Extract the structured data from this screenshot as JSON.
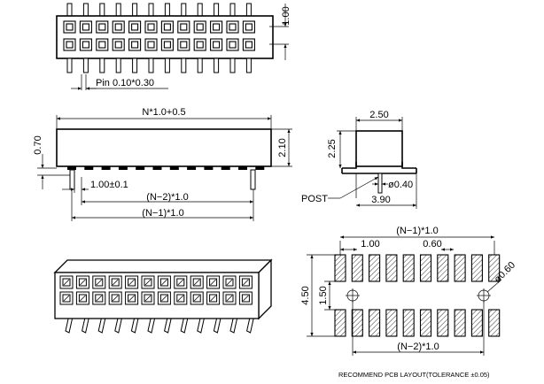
{
  "top_view": {
    "pin_dim": "Pin 0.10*0.30",
    "pitch_dim": "1.00"
  },
  "front_view": {
    "length_dim": "N*1.0+0.5",
    "height_dim": "2.10",
    "offset_dim": "0.70",
    "pitch_dim": "1.00±0.1",
    "n2_dim": "(N−2)*1.0",
    "n1_dim": "(N−1)*1.0"
  },
  "side_view": {
    "width_dim": "2.50",
    "height_dim": "2.25",
    "post_label": "POST",
    "post_dia_dim": "ø0.40",
    "foot_dim": "3.90"
  },
  "pcb_layout": {
    "top_dim": "(N−1)*1.0",
    "pitch_dim": "1.00",
    "pad_width_dim": "0.60",
    "hole_dim": "ø0.60",
    "height_dim": "4.50",
    "inner_dim": "1.50",
    "bottom_dim": "(N−2)*1.0",
    "caption": "RECOMMEND PCB LAYOUT(TOLERANCE ±0.05)"
  }
}
